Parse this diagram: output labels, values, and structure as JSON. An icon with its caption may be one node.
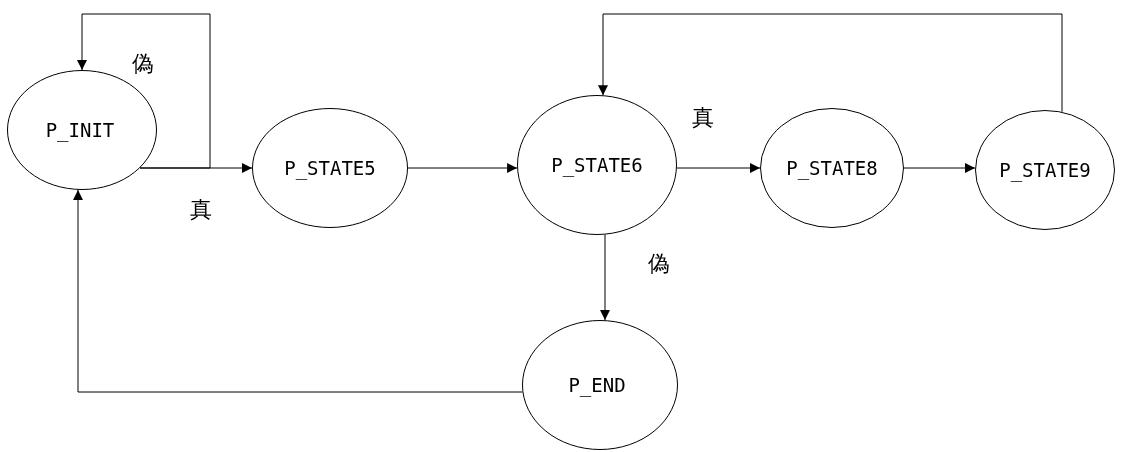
{
  "diagram": {
    "nodes": [
      {
        "text": [
          "P_INIT"
        ]
      },
      {
        "text": [
          "P_STATE5"
        ]
      },
      {
        "text": [
          "P_STATE6"
        ]
      },
      {
        "text": [
          "P_STATE8"
        ]
      },
      {
        "text": [
          "P_STATE9"
        ]
      },
      {
        "text": [
          "P_END"
        ]
      }
    ],
    "edges": [
      {
        "from": 0,
        "to": 1,
        "arrow": "to",
        "label": "真"
      },
      {
        "from": 0,
        "to": 0,
        "arrow": "to",
        "label": "偽"
      },
      {
        "from": 1,
        "to": 2,
        "arrow": "to"
      },
      {
        "from": 2,
        "to": 3,
        "arrow": "to",
        "label": "真"
      },
      {
        "from": 3,
        "to": 4,
        "arrow": "to"
      },
      {
        "from": 4,
        "to": 2,
        "arrow": "to"
      },
      {
        "from": 2,
        "to": 5,
        "arrow": "to",
        "label": "偽"
      },
      {
        "from": 5,
        "to": 0,
        "arrow": "to"
      }
    ]
  }
}
